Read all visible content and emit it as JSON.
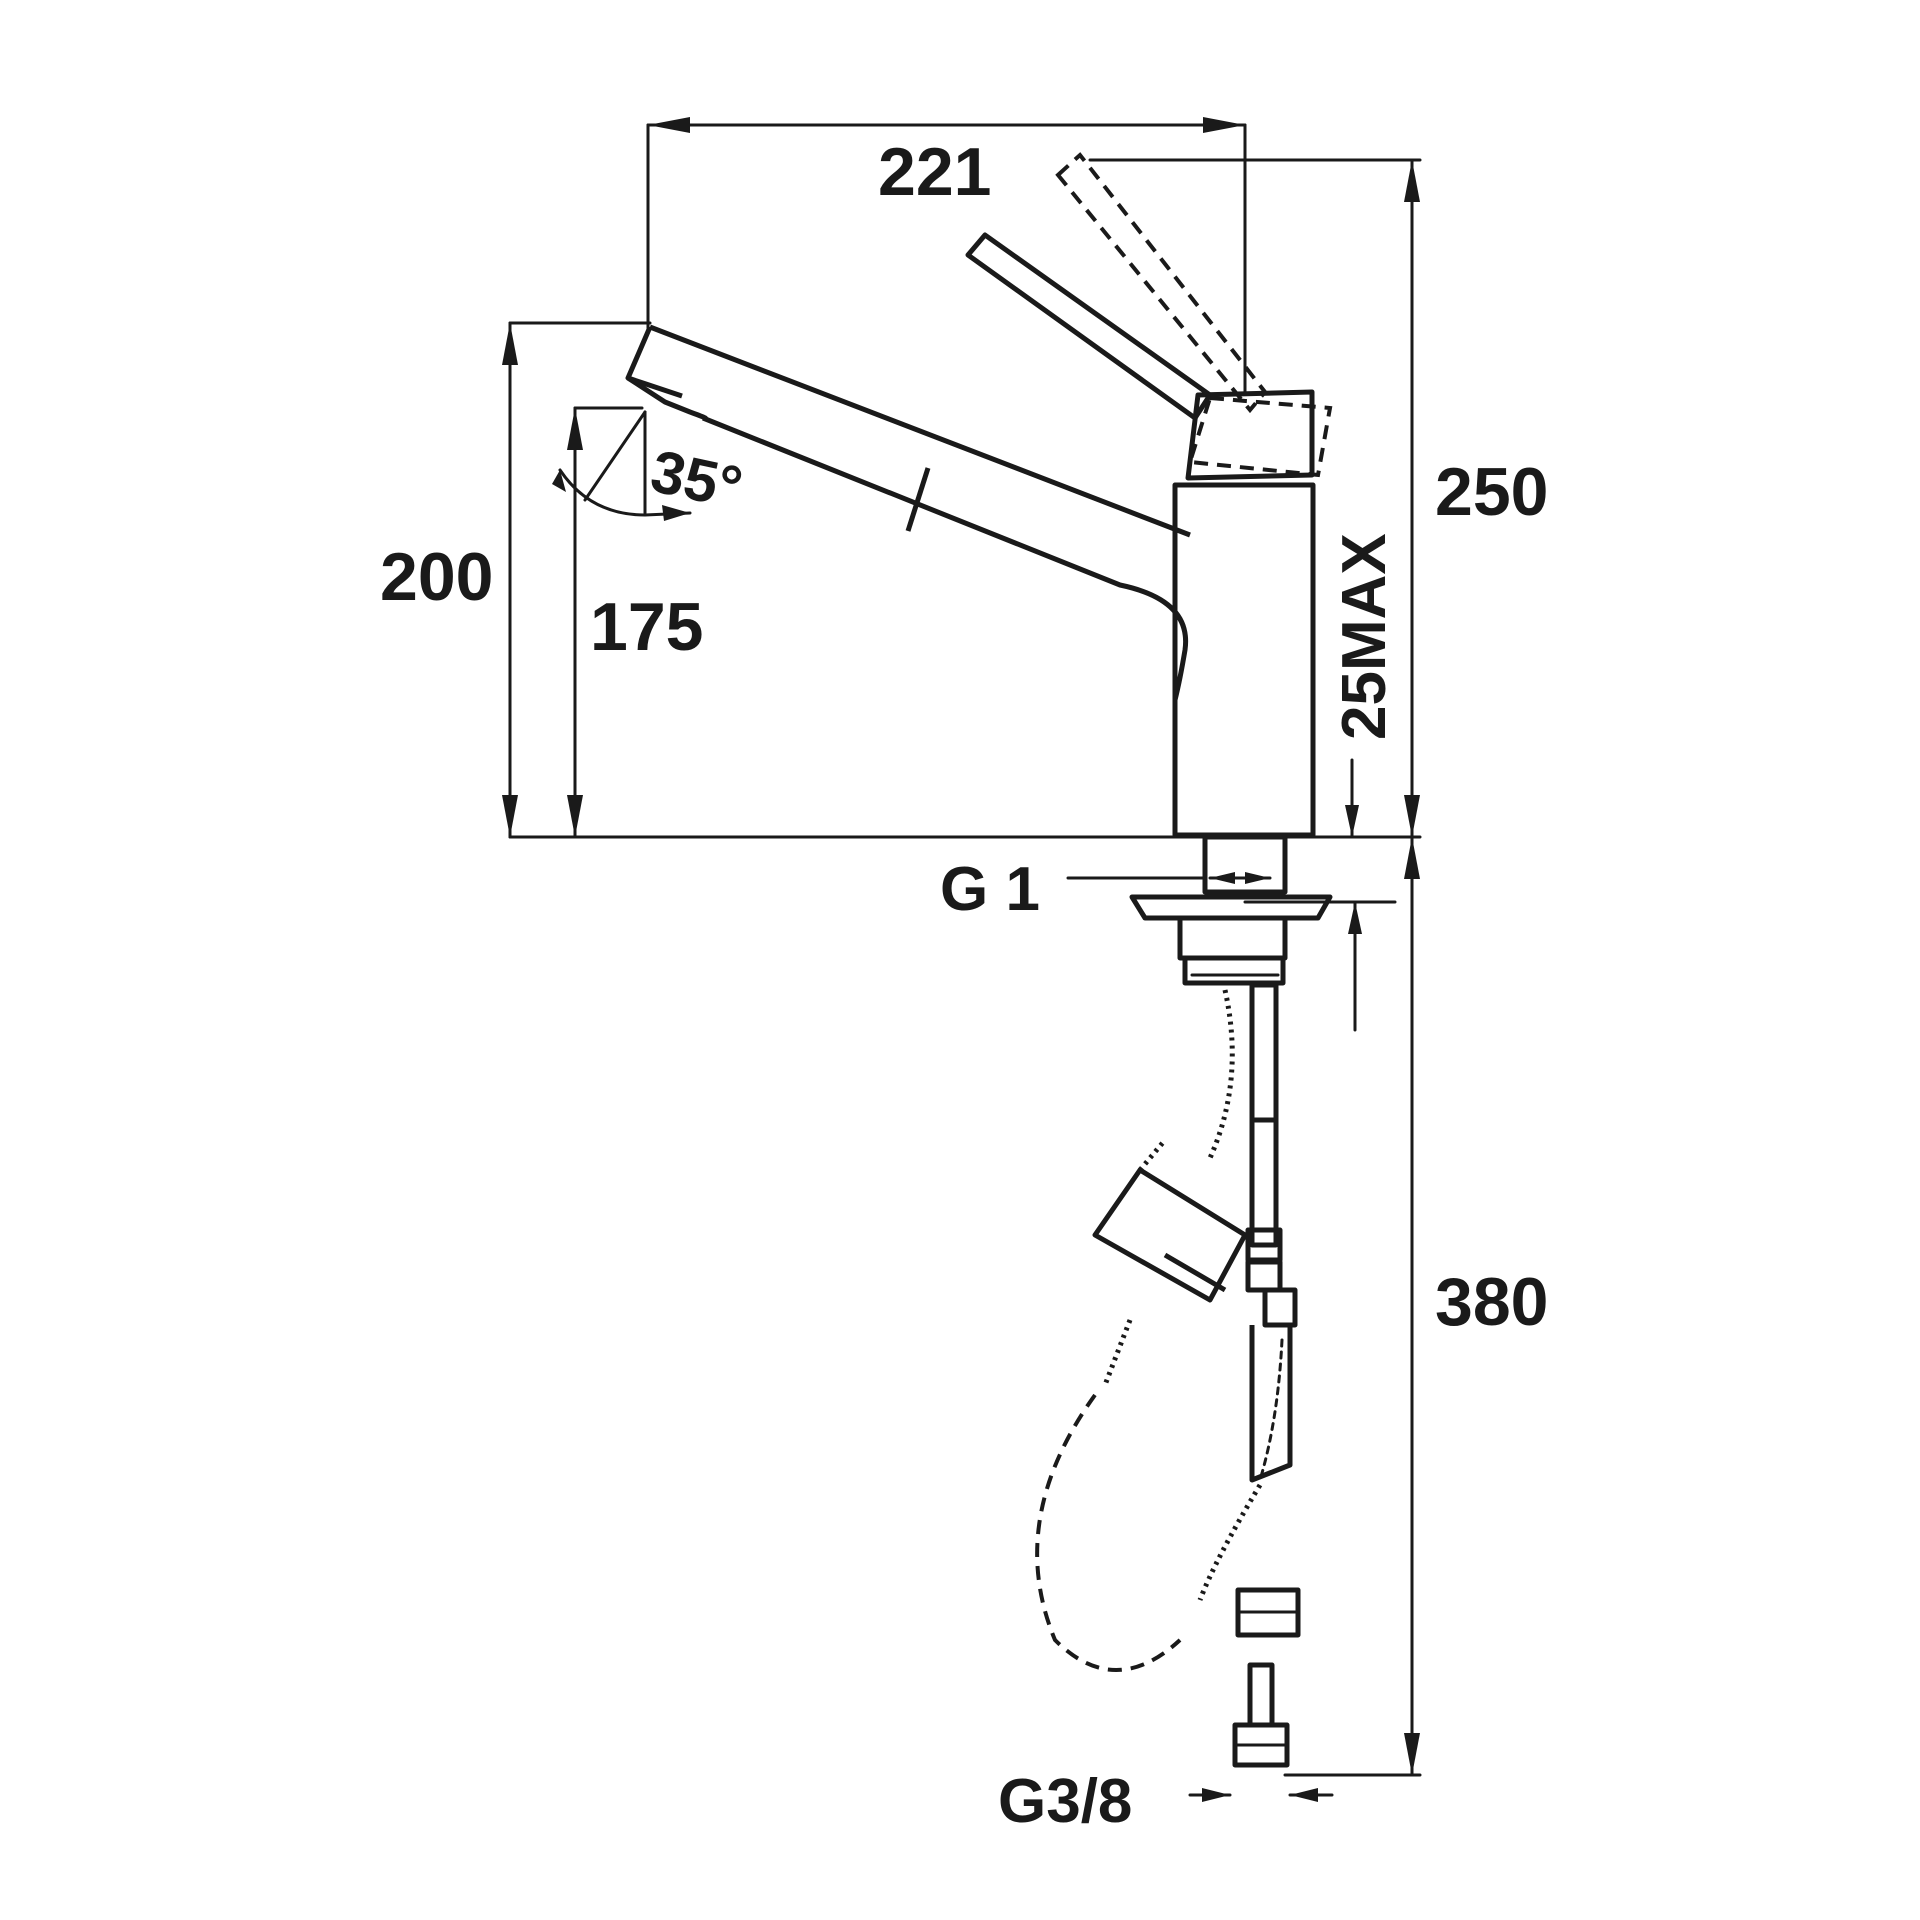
{
  "dimensions": {
    "width_top": "221",
    "height_total": "250",
    "height_spout": "200",
    "height_outlet": "175",
    "angle": "35°",
    "deck_max": "25MAX",
    "below_length": "380",
    "thread_main": "G 1",
    "thread_inlet": "G3/8"
  }
}
